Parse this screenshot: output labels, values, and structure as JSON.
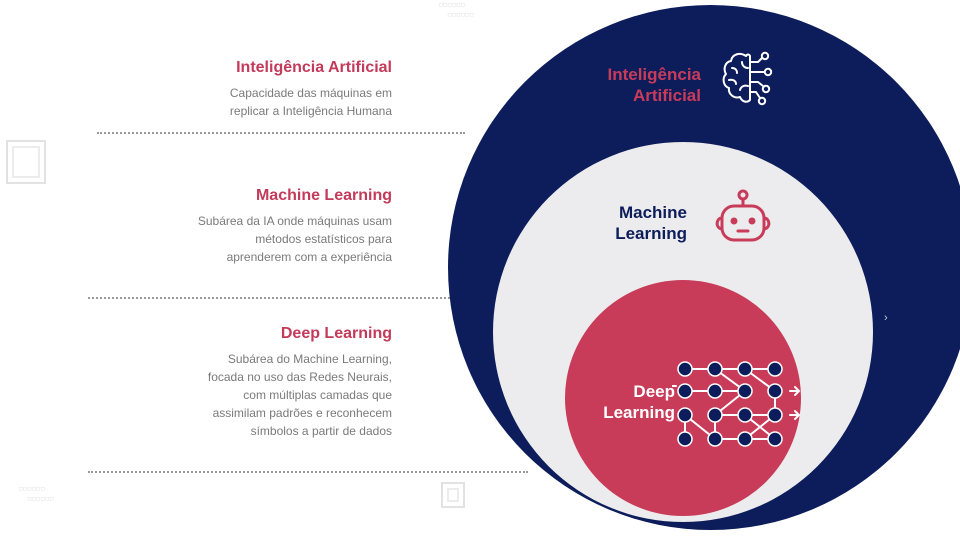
{
  "levels": [
    {
      "title": "Inteligência Artificial",
      "description_lines": [
        "Capacidade das máquinas em",
        "replicar a Inteligência Humana"
      ],
      "circle_label_lines": [
        "Inteligência",
        "Artificial"
      ],
      "icon": "brain-circuit-icon"
    },
    {
      "title": "Machine Learning",
      "description_lines": [
        "Subárea da IA onde máquinas usam",
        "métodos estatísticos para",
        "aprenderem com a experiência"
      ],
      "circle_label_lines": [
        "Machine",
        "Learning"
      ],
      "icon": "robot-head-icon"
    },
    {
      "title": "Deep Learning",
      "description_lines": [
        "Subárea do Machine Learning,",
        "focada no uso das Redes Neurais,",
        "com múltiplas camadas que",
        "assimilam padrões e reconhecem",
        "símbolos a partir de dados"
      ],
      "circle_label_lines": [
        "Deep",
        "Learning"
      ],
      "icon": "neural-network-icon"
    }
  ],
  "colors": {
    "navy": "#0d1d5b",
    "crimson": "#c83c5a",
    "light_gray": "#ececee",
    "text_gray": "#7a7a7a"
  }
}
